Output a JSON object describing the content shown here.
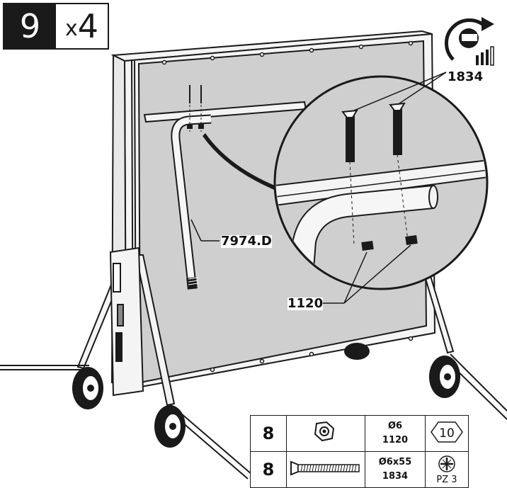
{
  "step": {
    "number": "9",
    "multiplier_prefix": "x",
    "multiplier_value": "4"
  },
  "callouts": {
    "bolt_top": "1834",
    "handle_bar": "7974.D",
    "nut": "1120"
  },
  "parts_table": {
    "rows": [
      {
        "qty": "8",
        "part": "hex-nut",
        "spec_size": "Ø6",
        "spec_ref": "1120",
        "tool": "hex-10-socket-icon",
        "tool_label": "10"
      },
      {
        "qty": "8",
        "part": "countersunk-bolt",
        "spec_size": "Ø6x55",
        "spec_ref": "1834",
        "tool": "pozidriv-icon",
        "tool_label": "PZ 3"
      }
    ]
  },
  "colors": {
    "panel": "#cfcfcf",
    "ink": "#1a1a1a",
    "paper": "#ffffff"
  }
}
